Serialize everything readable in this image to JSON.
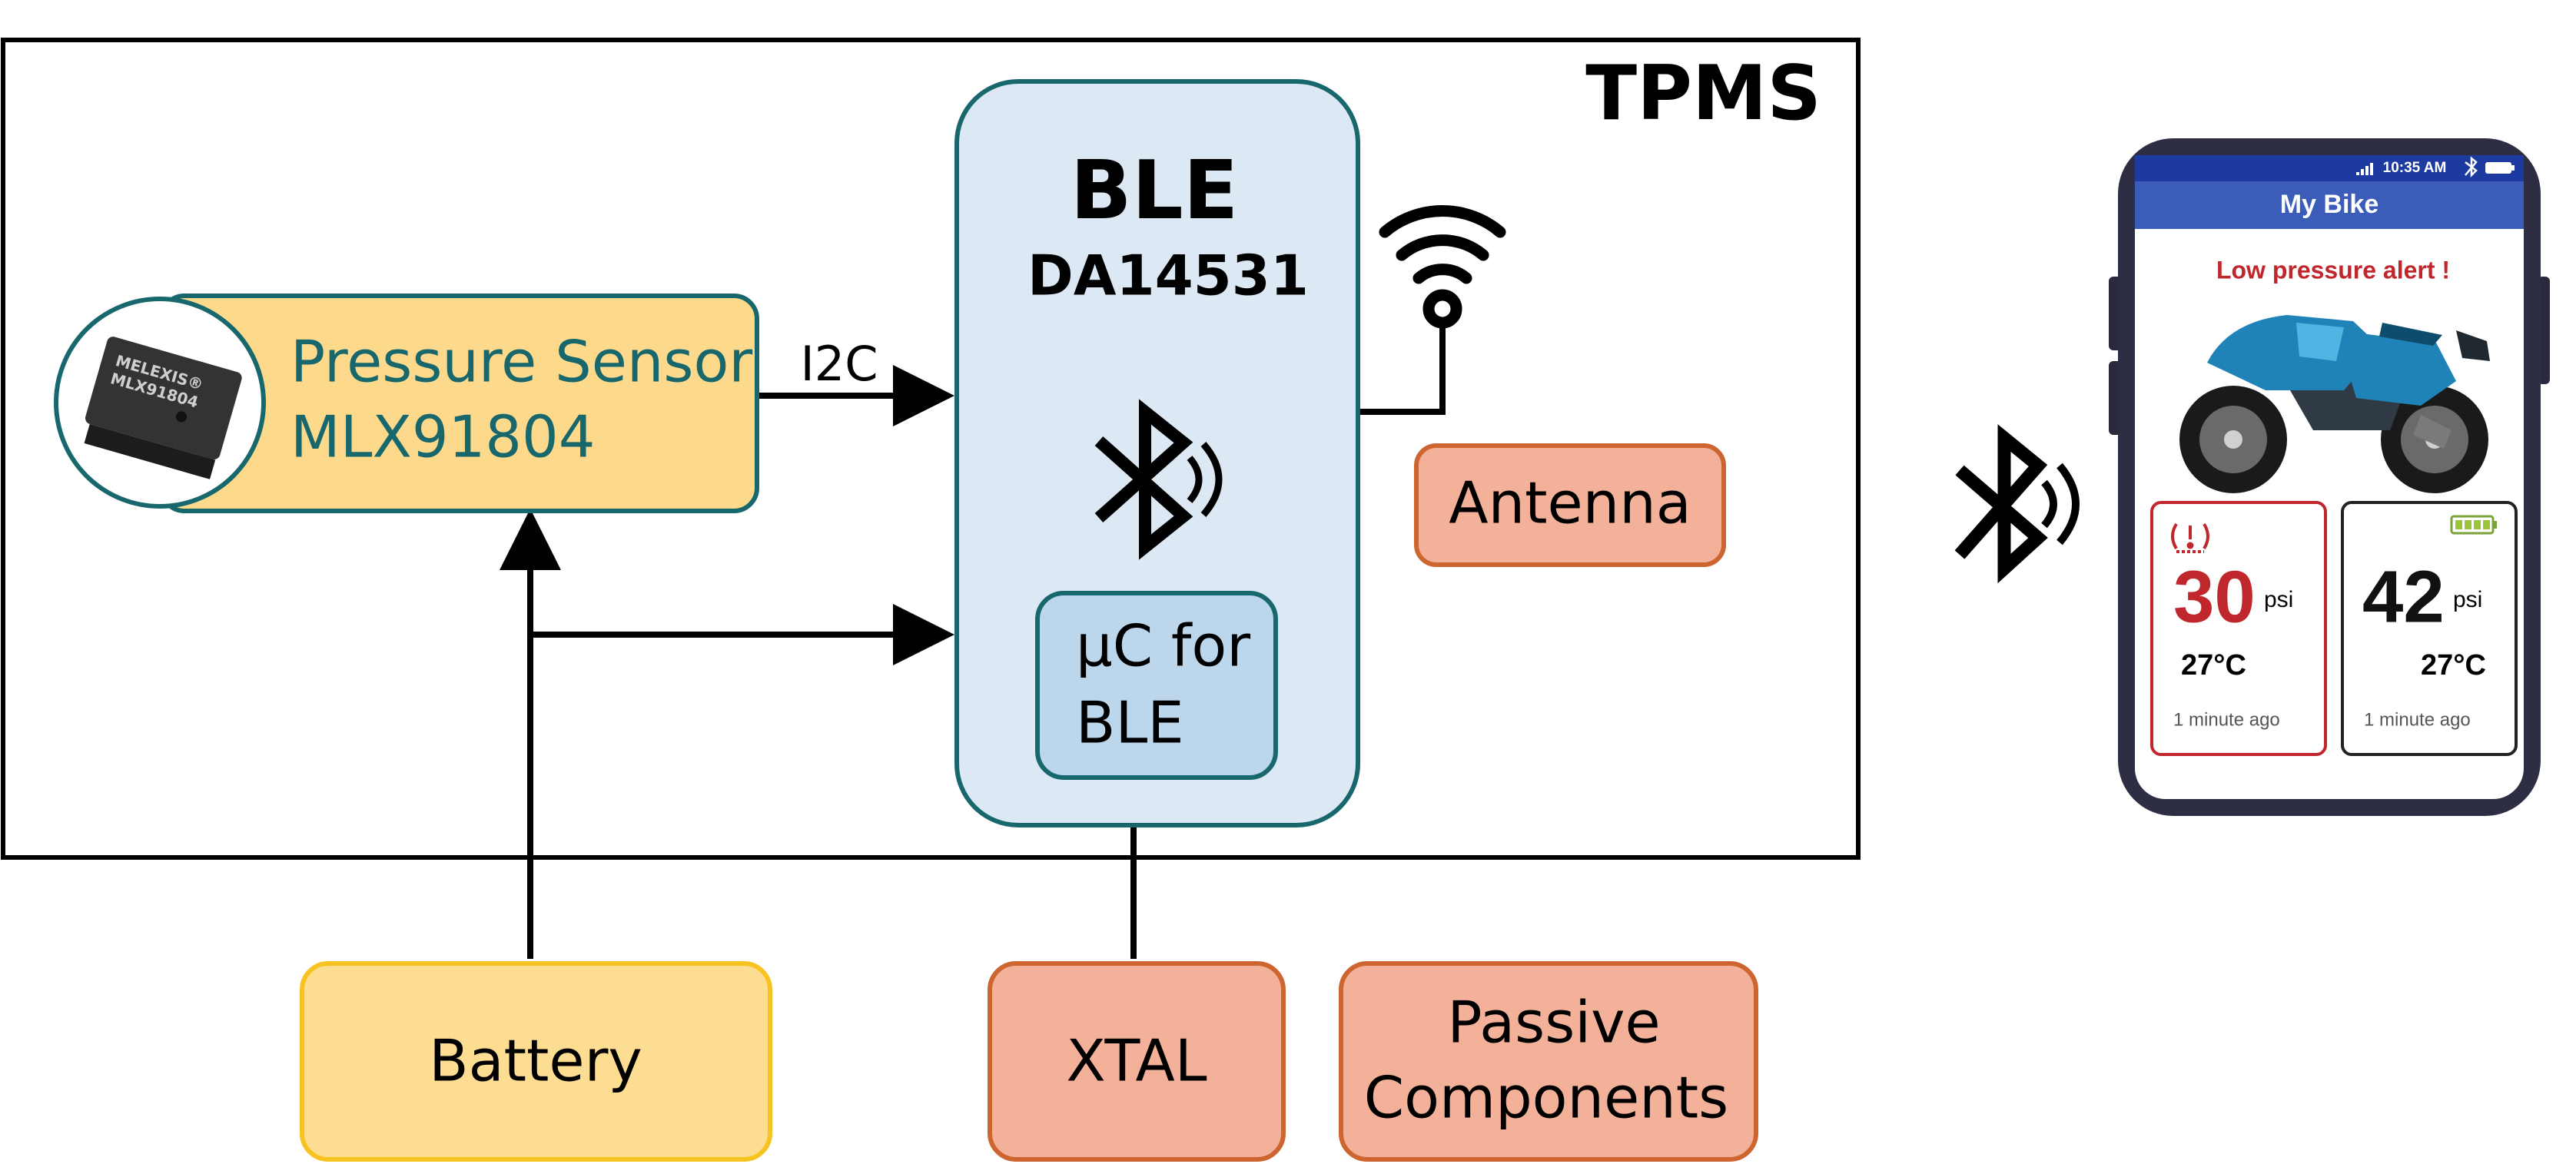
{
  "system": {
    "label": "TPMS"
  },
  "ble": {
    "title": "BLE",
    "part": "DA14531",
    "micro_line1": "µC for",
    "micro_line2": "BLE"
  },
  "sensor": {
    "line1": "Pressure Sensor",
    "line2": "MLX91804",
    "chip_line1": "MELEXIS®",
    "chip_line2": "MLX91804"
  },
  "link": {
    "i2c": "I2C"
  },
  "antenna": {
    "label": "Antenna"
  },
  "battery": {
    "label": "Battery"
  },
  "xtal": {
    "label": "XTAL"
  },
  "passive": {
    "line1": "Passive",
    "line2": "Components"
  },
  "phone": {
    "status_time": "10:35 AM",
    "app_title": "My Bike",
    "alert": "Low pressure alert !",
    "left_card": {
      "pressure": "30",
      "unit": "psi",
      "temp": "27°C",
      "time": "1 minute ago"
    },
    "right_card": {
      "pressure": "42",
      "unit": "psi",
      "temp": "27°C",
      "time": "1 minute ago"
    }
  },
  "colors": {
    "sensor_fill": "#fdd98c",
    "sensor_border": "#17676d",
    "ble_fill": "#dce8f4",
    "micro_fill": "#bcd6ec",
    "component_fill": "#f4b19a",
    "component_border": "#cd6530",
    "battery_fill": "#fddd92",
    "battery_border": "#f6c320",
    "alert_red": "#c0272d",
    "phone_blue": "#3b5cb8"
  },
  "icons": [
    "bluetooth-icon",
    "wifi-antenna-icon",
    "tire-pressure-warning-icon",
    "battery-icon",
    "signal-icon",
    "motorcycle-image"
  ]
}
